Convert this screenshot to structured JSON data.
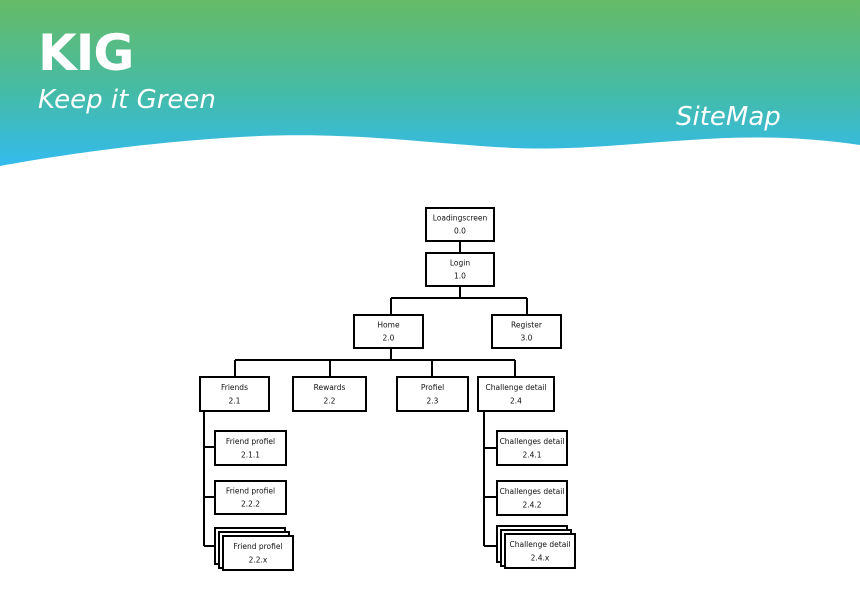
{
  "header": {
    "brand": "KIG",
    "tagline": "Keep it Green",
    "section": "SiteMap",
    "gradient_top": "#66bb66",
    "gradient_bottom": "#33bbee"
  },
  "sitemap": {
    "nodes": [
      {
        "id": "loading",
        "label": "Loadingscreen",
        "code": "0.0"
      },
      {
        "id": "login",
        "label": "Login",
        "code": "1.0"
      },
      {
        "id": "home",
        "label": "Home",
        "code": "2.0"
      },
      {
        "id": "register",
        "label": "Register",
        "code": "3.0"
      },
      {
        "id": "friends",
        "label": "Friends",
        "code": "2.1"
      },
      {
        "id": "rewards",
        "label": "Rewards",
        "code": "2.2"
      },
      {
        "id": "profiel",
        "label": "Profiel",
        "code": "2.3"
      },
      {
        "id": "challenge",
        "label": "Challenge detail",
        "code": "2.4"
      },
      {
        "id": "friend1",
        "label": "Friend profiel",
        "code": "2.1.1"
      },
      {
        "id": "friend2",
        "label": "Friend profiel",
        "code": "2.2.2"
      },
      {
        "id": "friendx",
        "label": "Friend profiel",
        "code": "2.2.x"
      },
      {
        "id": "chal1",
        "label": "Challenges detail",
        "code": "2.4.1"
      },
      {
        "id": "chal2",
        "label": "Challenges detail",
        "code": "2.4.2"
      },
      {
        "id": "chalx",
        "label": "Challenge detail",
        "code": "2.4.x"
      }
    ]
  }
}
